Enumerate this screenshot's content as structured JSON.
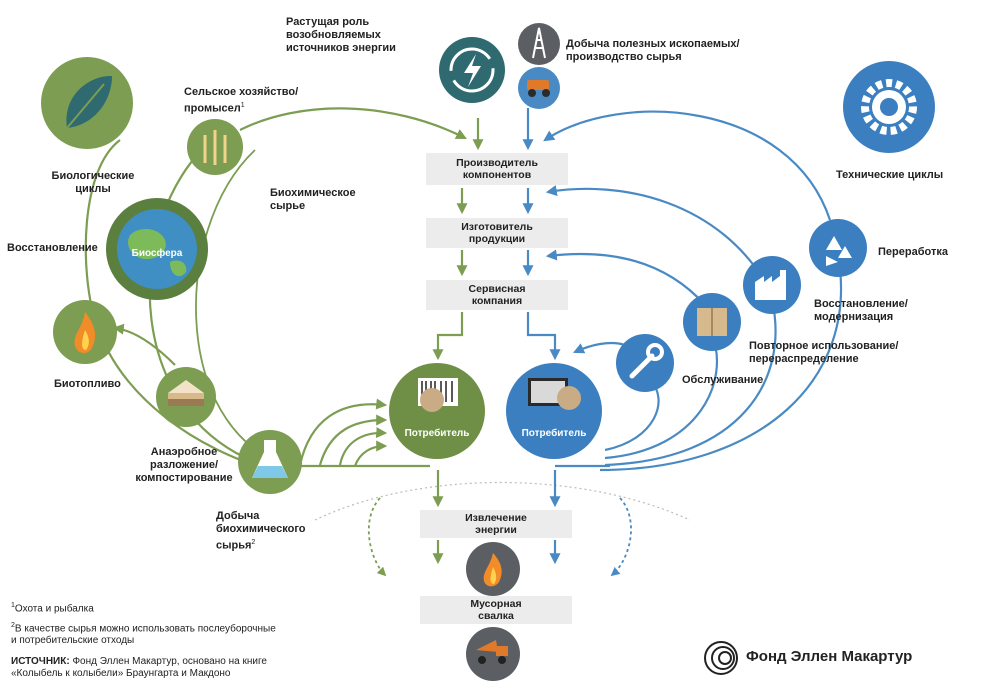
{
  "colors": {
    "green": "#7d9d52",
    "green_dark": "#3f6b35",
    "blue": "#4a8ac4",
    "blue_dark": "#2b6aa8",
    "teal": "#2e6a70",
    "gray_box": "#ececec",
    "dark_circle": "#5b5f63"
  },
  "top": {
    "renewables": "Растущая роль возобновляемых\nисточников энергии",
    "mining": "Добыча полезных ископаемых/\nпроизводство сырья"
  },
  "left": {
    "bio_cycles": "Биологические\nциклы",
    "agriculture": "Сельское хозяйство/\nпромысел",
    "agriculture_sup": "1",
    "biochem_feedstock": "Биохимическое\nсырье",
    "restoration": "Восстановление",
    "biosphere": "Биосфера",
    "biofuel": "Биотопливо",
    "anaerobic": "Анаэробное\nразложение/\nкомпостирование",
    "extraction": "Добыча\nбиохимического\nсырья",
    "extraction_sup": "2"
  },
  "right": {
    "tech_cycles": "Технические циклы",
    "recycling": "Переработка",
    "refurbish": "Восстановление/\nмодернизация",
    "reuse": "Повторное использование/\nперераспределение",
    "maintenance": "Обслуживание"
  },
  "center": {
    "parts_maker": "Производитель\nкомпонентов",
    "product_maker": "Изготовитель\nпродукции",
    "service_provider": "Сервисная\nкомпания",
    "consumer": "Потребитель",
    "user": "Потребитель",
    "energy_recovery": "Извлечение\nэнергии",
    "landfill": "Мусорная\nсвалка"
  },
  "footnotes": {
    "n1_sup": "1",
    "n1": "Охота и рыбалка",
    "n2_sup": "2",
    "n2": "В качестве сырья можно использовать послеуборочные\nи потребительские отходы",
    "source_label": "ИСТОЧНИК:",
    "source_text": " Фонд Эллен Макартур, основано на книге\n«Колыбель к колыбели» Браунгарта и Макдоно"
  },
  "brand": {
    "name": "Фонд Эллен Макартур"
  },
  "icons": {
    "renewables": "lightning-recycle-icon",
    "mining_oil": "oil-rig-icon",
    "mining_truck": "mining-truck-icon",
    "leaf": "leaf-icon",
    "agriculture": "wheat-fish-icon",
    "globe": "globe-icon",
    "flame": "flame-icon",
    "soil": "soil-layers-icon",
    "flask": "flask-icon",
    "gear": "gear-icon",
    "recycle": "recycle-icon",
    "factory": "factory-icon",
    "box": "box-icon",
    "wrench": "wrench-icon",
    "consumer": "barcode-person-icon",
    "user": "monitor-person-icon",
    "energy": "flame-icon",
    "landfill": "dump-truck-icon",
    "logo": "concentric-circles-logo"
  }
}
